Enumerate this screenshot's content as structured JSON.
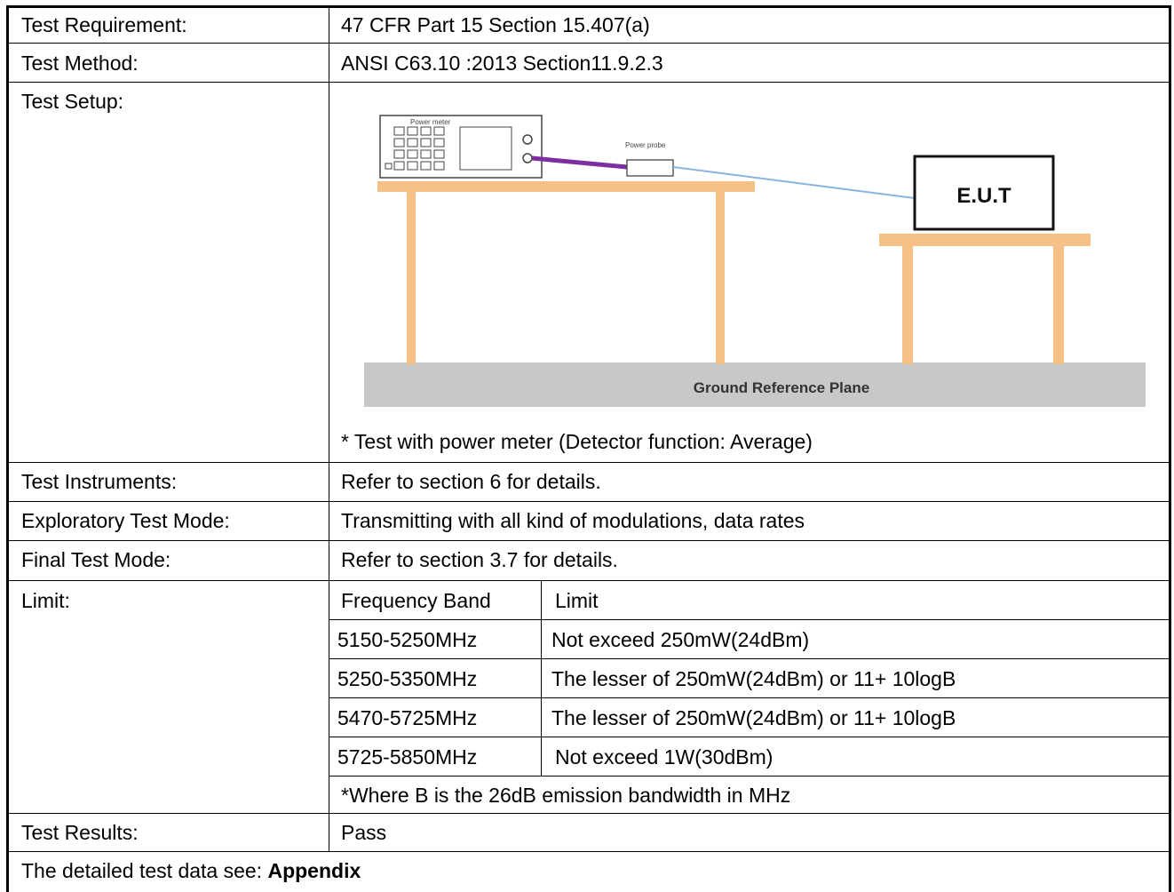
{
  "rows": {
    "requirement": {
      "label": "Test Requirement:",
      "value": "47 CFR Part 15 Section 15.407(a)"
    },
    "method": {
      "label": "Test Method:",
      "value": "ANSI C63.10 :2013 Section11.9.2.3"
    },
    "setup": {
      "label": "Test Setup:",
      "note": "* Test with power meter (Detector function: Average)"
    },
    "instruments": {
      "label": "Test Instruments:",
      "value": "Refer to section 6 for details."
    },
    "exploratory": {
      "label": "Exploratory Test Mode:",
      "value": "Transmitting with all kind of modulations, data rates"
    },
    "final_mode": {
      "label": "Final Test Mode:",
      "value": "Refer to section 3.7 for details."
    },
    "limit": {
      "label": "Limit:"
    },
    "results": {
      "label": "Test Results:",
      "value": "Pass"
    }
  },
  "limit_table": {
    "headers": [
      "Frequency Band",
      "Limit"
    ],
    "rows": [
      [
        "5150-5250MHz",
        "Not exceed 250mW(24dBm)"
      ],
      [
        "5250-5350MHz",
        "The lesser of 250mW(24dBm) or 11+ 10logB"
      ],
      [
        "5470-5725MHz",
        "The lesser of 250mW(24dBm) or 11+ 10logB"
      ],
      [
        "5725-5850MHz",
        "Not exceed 1W(30dBm)"
      ]
    ],
    "footnote": "*Where B is the 26dB emission bandwidth in MHz"
  },
  "diagram": {
    "power_meter_label": "Power meter",
    "probe_label": "Power probe",
    "eut_label": "E.U.T",
    "ground_label": "Ground Reference Plane",
    "colors": {
      "table": "#f4c088",
      "ground": "#c8c8c8",
      "cable_meter": "#7b2fa0",
      "cable_eut": "#8ab4e0"
    }
  },
  "footer": {
    "text": "The detailed test data see: ",
    "bold": "Appendix"
  }
}
